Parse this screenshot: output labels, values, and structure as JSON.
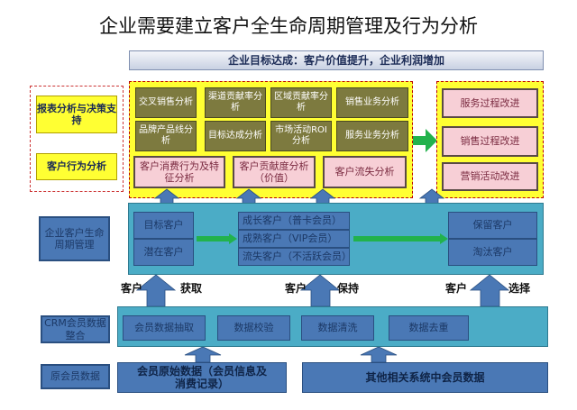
{
  "title": "企业需要建立客户全生命周期管理及行为分析",
  "banner": "企业目标达成：客户价值提升，企业利润增加",
  "left_labels": {
    "report": "报表分析与决策支持",
    "behavior": "客户行为分析",
    "lifecycle": "企业客户生命周期管理",
    "crm": "CRM会员数据整合",
    "raw": "原会员数据"
  },
  "analysis_cells": [
    "交叉销售分析",
    "渠道贡献率分析",
    "区域贡献率分析",
    "销售业务分析",
    "品牌产品线分析",
    "目标达成分析",
    "市场活动ROI分析",
    "服务业务分析"
  ],
  "behavior_cells": [
    "客户消费行为及特征分析",
    "客户贡献度分析（价值）",
    "客户流失分析"
  ],
  "improvements": [
    "服务过程改进",
    "销售过程改进",
    "营销活动改进"
  ],
  "lifecycle": {
    "left": [
      "目标客户",
      "潜在客户"
    ],
    "middle": [
      "成长客户（普卡会员）",
      "成熟客户（VIP会员）",
      "流失客户（不活跃会员）"
    ],
    "right": [
      "保留客户",
      "淘汰客户"
    ]
  },
  "flows": [
    [
      "客户",
      "获取"
    ],
    [
      "客户",
      "保持"
    ],
    [
      "客户",
      "选择"
    ]
  ],
  "crm_steps": [
    "会员数据抽取",
    "数据校验",
    "数据清洗",
    "数据去重"
  ],
  "sources": [
    "会员原始数据（会员信息及消费记录）",
    "其他相关系统中会员数据"
  ]
}
